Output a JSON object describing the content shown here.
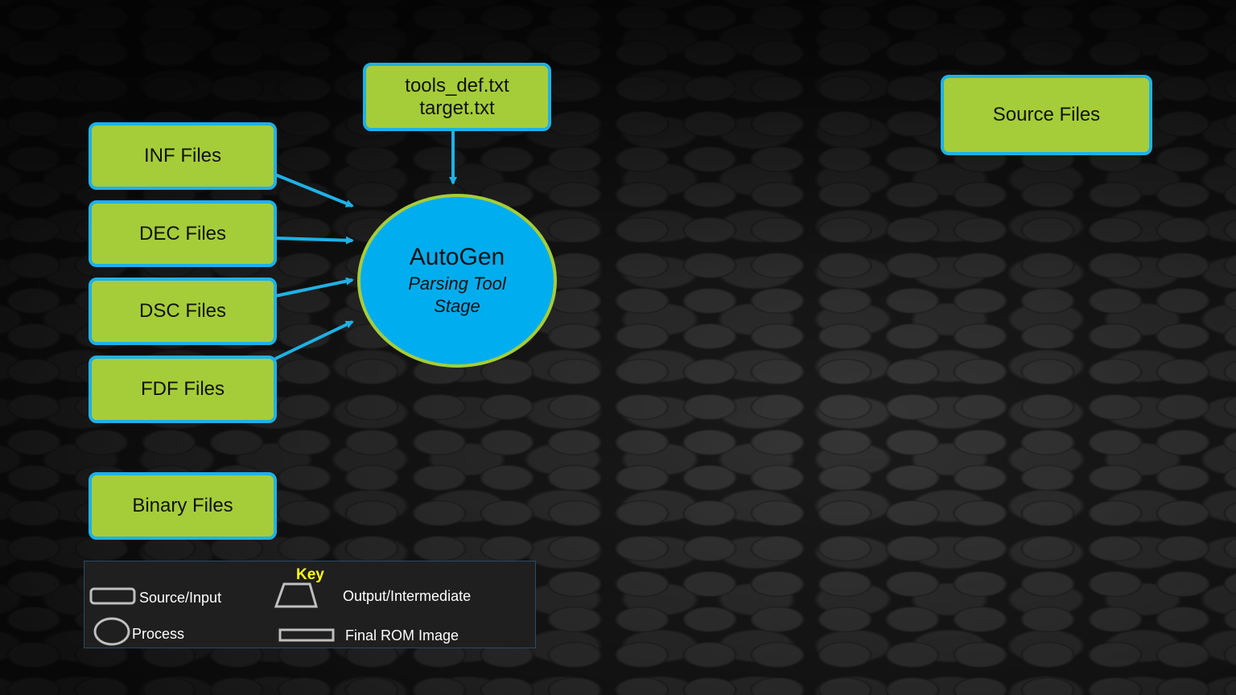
{
  "inputs": {
    "inf": "INF Files",
    "dec": "DEC Files",
    "dsc": "DSC Files",
    "fdf": "FDF Files",
    "binary": "Binary Files"
  },
  "config": {
    "line1": "tools_def.txt",
    "line2": "target.txt"
  },
  "source": "Source Files",
  "process": {
    "title": "AutoGen",
    "line1": "Parsing Tool",
    "line2": "Stage"
  },
  "key": {
    "heading": "Key",
    "source_input": "Source/Input",
    "process": "Process",
    "output": "Output/Intermediate",
    "final": "Final ROM Image"
  },
  "colors": {
    "box_fill": "#a5cd39",
    "box_border": "#1fb1e6",
    "process_fill": "#00adef",
    "arrow": "#1fb1e6",
    "key_heading": "#ffff1a"
  }
}
